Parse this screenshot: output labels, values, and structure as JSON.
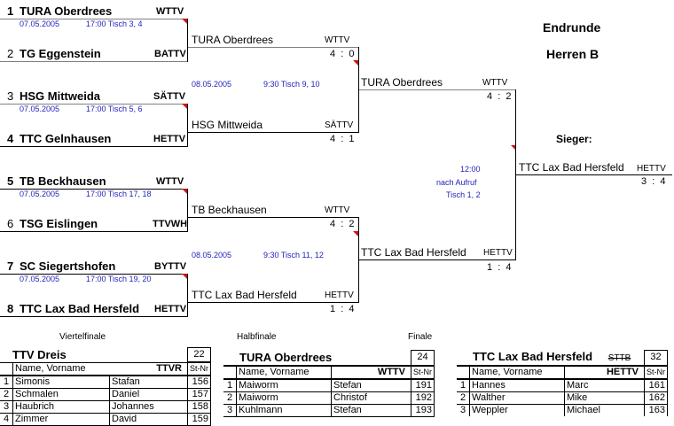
{
  "header": {
    "title": "Endrunde",
    "subtitle": "Herren B",
    "winner_label": "Sieger:"
  },
  "round1": [
    {
      "top": {
        "seed": "1",
        "team": "TURA Oberdrees",
        "assoc": "WTTV"
      },
      "bottom": {
        "seed": "2",
        "team": "TG Eggenstein",
        "assoc": "BATTV"
      },
      "date": "07.05.2005",
      "time_table": "17:00  Tisch 3, 4"
    },
    {
      "top": {
        "seed": "3",
        "team": "HSG Mittweida",
        "assoc": "SÄTTV"
      },
      "bottom": {
        "seed": "4",
        "team": "TTC Gelnhausen",
        "assoc": "HETTV"
      },
      "date": "07.05.2005",
      "time_table": "17:00  Tisch 5, 6"
    },
    {
      "top": {
        "seed": "5",
        "team": "TB Beckhausen",
        "assoc": "WTTV"
      },
      "bottom": {
        "seed": "6",
        "team": "TSG Eislingen",
        "assoc": "TTVWH"
      },
      "date": "07.05.2005",
      "time_table": "17:00  Tisch 17, 18"
    },
    {
      "top": {
        "seed": "7",
        "team": "SC Siegertshofen",
        "assoc": "BYTTV"
      },
      "bottom": {
        "seed": "8",
        "team": "TTC Lax Bad Hersfeld",
        "assoc": "HETTV"
      },
      "date": "07.05.2005",
      "time_table": "17:00  Tisch 19, 20"
    }
  ],
  "round2": [
    {
      "team": "TURA Oberdrees",
      "assoc": "WTTV",
      "score": "4  :  0"
    },
    {
      "team": "HSG Mittweida",
      "assoc": "SÄTTV",
      "score": "4  :  1"
    },
    {
      "team": "TB Beckhausen",
      "assoc": "WTTV",
      "score": "4  :  2"
    },
    {
      "team": "TTC Lax Bad Hersfeld",
      "assoc": "HETTV",
      "score": "1  :  4"
    }
  ],
  "semis_info": [
    {
      "date": "08.05.2005",
      "time_table": "9:30  Tisch 9, 10"
    },
    {
      "date": "08.05.2005",
      "time_table": "9:30  Tisch 11, 12"
    }
  ],
  "round3": [
    {
      "team": "TURA Oberdrees",
      "assoc": "WTTV",
      "score": "4  :  2"
    },
    {
      "team": "TTC Lax Bad Hersfeld",
      "assoc": "HETTV",
      "score": "1  :  4"
    }
  ],
  "final_info": {
    "time": "12:00",
    "note": "nach Aufruf",
    "table": "Tisch 1, 2"
  },
  "winner": {
    "team": "TTC Lax Bad Hersfeld",
    "assoc": "HETTV",
    "score": "3  :  4"
  },
  "round_labels": {
    "quarter": "Viertelfinale",
    "semi": "Halbfinale",
    "final": "Finale"
  },
  "rosters": [
    {
      "team": "TTV Dreis",
      "number": "22",
      "assoc": "TTVR",
      "assoc_struck": "",
      "col_name": "Name, Vorname",
      "col_nr": "St-Nr",
      "players": [
        {
          "no": "1",
          "last": "Simonis",
          "first": "Stafan",
          "nr": "156"
        },
        {
          "no": "2",
          "last": "Schmalen",
          "first": "Daniel",
          "nr": "157"
        },
        {
          "no": "3",
          "last": "Haubrich",
          "first": "Johannes",
          "nr": "158"
        },
        {
          "no": "4",
          "last": "Zimmer",
          "first": "David",
          "nr": "159"
        }
      ]
    },
    {
      "team": "TURA Oberdrees",
      "number": "24",
      "assoc": "WTTV",
      "assoc_struck": "",
      "col_name": "Name, Vorname",
      "col_nr": "St-Nr",
      "players": [
        {
          "no": "1",
          "last": "Maiworm",
          "first": "Stefan",
          "nr": "191"
        },
        {
          "no": "2",
          "last": "Maiworm",
          "first": "Christof",
          "nr": "192"
        },
        {
          "no": "3",
          "last": "Kuhlmann",
          "first": "Stefan",
          "nr": "193"
        }
      ]
    },
    {
      "team": "TTC Lax Bad Hersfeld",
      "number": "32",
      "assoc": "HETTV",
      "assoc_struck": "STTB",
      "col_name": "Name, Vorname",
      "col_nr": "St-Nr",
      "players": [
        {
          "no": "1",
          "last": "Hannes",
          "first": "Marc",
          "nr": "161"
        },
        {
          "no": "2",
          "last": "Walther",
          "first": "Mike",
          "nr": "162"
        },
        {
          "no": "3",
          "last": "Weppler",
          "first": "Michael",
          "nr": "163"
        }
      ]
    }
  ]
}
